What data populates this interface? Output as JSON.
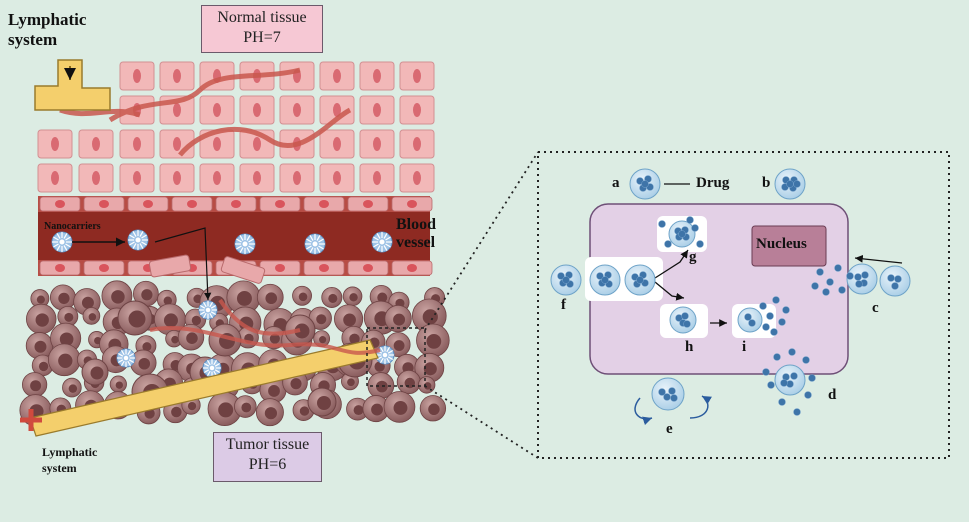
{
  "labels": {
    "lymphatic_top": "Lymphatic system",
    "normal_tissue_line1": "Normal tissue",
    "normal_tissue_line2": "PH=7",
    "nanocarriers": "Nanocarriers",
    "blood_vessel": "Blood vessel",
    "tumor_tissue_line1": "Tumor tissue",
    "tumor_tissue_line2": "PH=6",
    "lymphatic_bottom": "Lymphatic system",
    "nucleus": "Nucleus",
    "drug": "Drug"
  },
  "steps": [
    "a",
    "b",
    "c",
    "d",
    "e",
    "f",
    "g",
    "h",
    "i"
  ],
  "colors": {
    "background": "#dcece3",
    "normal_cell": "#f2b8b8",
    "normal_nucleus": "#d96a72",
    "vessel": "#8e2a22",
    "tumor_cell": "#a87a7a",
    "lymphatic": "#f4cf6c",
    "cell_body": "#e3d0e6",
    "nucleus_box": "#b87f98",
    "tumor_label_bg": "#dccbe6",
    "normal_label_bg": "#f6c8d4",
    "nanocarrier": "#9fc3e6"
  }
}
